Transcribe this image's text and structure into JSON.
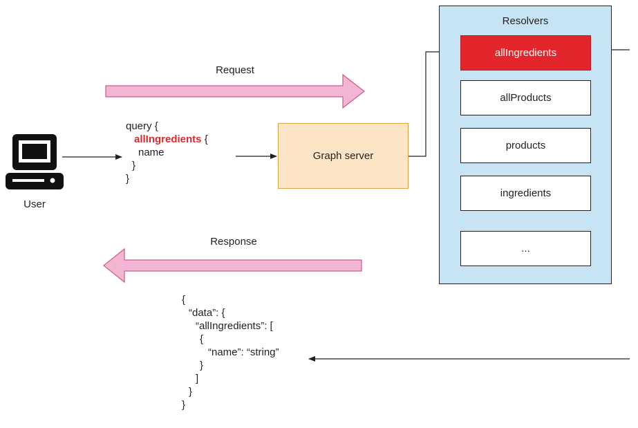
{
  "user": {
    "label": "User",
    "icon": "computer-user-icon"
  },
  "request": {
    "label": "Request",
    "query_lines": [
      "query {",
      "allIngredients",
      " {",
      "name",
      "}",
      "}"
    ]
  },
  "server": {
    "label": "Graph server"
  },
  "resolvers": {
    "title": "Resolvers",
    "items": [
      "allIngredients",
      "allProducts",
      "products",
      "ingredients",
      "..."
    ],
    "active_color": "#e3262b"
  },
  "response": {
    "label": "Response",
    "json_lines": [
      "{",
      "“data”: {",
      "“allIngredients”: [",
      "{",
      "“name”: “string”",
      "}",
      "]",
      "}",
      "}"
    ]
  },
  "colors": {
    "arrow_fill": "#f2b6d4",
    "arrow_stroke": "#c75b8b",
    "panel_fill": "#c7e4f4",
    "server_fill": "#fce5c4",
    "highlight": "#e3262b"
  }
}
